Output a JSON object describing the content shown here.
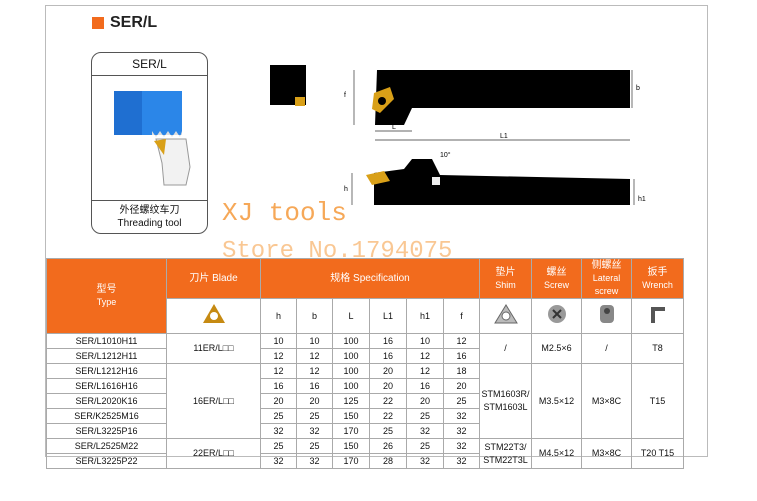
{
  "header": {
    "title": "SER/L"
  },
  "card": {
    "title": "SER/L",
    "caption_cn": "外径螺纹车刀",
    "caption_en": "Threading tool"
  },
  "drawing": {
    "f": "f",
    "b": "b",
    "L": "L",
    "L1": "L1",
    "h": "h",
    "h1": "h1",
    "angle": "10°"
  },
  "watermark": {
    "line1": "XJ  tools",
    "line2": "Store No.1794075"
  },
  "table": {
    "col_type": "型号",
    "col_type_en": "Type",
    "col_blade": "刀片 Blade",
    "col_spec": "规格 Specification",
    "col_shim": "垫片",
    "col_shim_en": "Shim",
    "col_screw": "螺丝",
    "col_screw_en": "Screw",
    "col_lat": "侧螺丝",
    "col_lat_en": "Lateral screw",
    "col_wrench": "扳手",
    "col_wrench_en": "Wrench",
    "dims": [
      "h",
      "b",
      "L",
      "L1",
      "h1",
      "f"
    ],
    "groups": [
      {
        "blade": "11ER/L□□",
        "shim": "/",
        "screw": "M2.5×6",
        "lateral": "/",
        "wrench": "T8",
        "rows": [
          {
            "type": "SER/L1010H11",
            "v": [
              "10",
              "10",
              "100",
              "16",
              "10",
              "12"
            ]
          },
          {
            "type": "SER/L1212H11",
            "v": [
              "12",
              "12",
              "100",
              "16",
              "12",
              "16"
            ]
          }
        ]
      },
      {
        "blade": "16ER/L□□",
        "shim": "STM1603R/ STM1603L",
        "screw": "M3.5×12",
        "lateral": "M3×8C",
        "wrench": "T15",
        "rows": [
          {
            "type": "SER/L1212H16",
            "v": [
              "12",
              "12",
              "100",
              "20",
              "12",
              "18"
            ]
          },
          {
            "type": "SER/L1616H16",
            "v": [
              "16",
              "16",
              "100",
              "20",
              "16",
              "20"
            ]
          },
          {
            "type": "SER/L2020K16",
            "v": [
              "20",
              "20",
              "125",
              "22",
              "20",
              "25"
            ]
          },
          {
            "type": "SER/K2525M16",
            "v": [
              "25",
              "25",
              "150",
              "22",
              "25",
              "32"
            ]
          },
          {
            "type": "SER/L3225P16",
            "v": [
              "32",
              "32",
              "170",
              "25",
              "32",
              "32"
            ]
          }
        ]
      },
      {
        "blade": "22ER/L□□",
        "shim": "STM22T3/ STM22T3L",
        "screw": "M4.5×12",
        "lateral": "M3×8C",
        "wrench": "T20 T15",
        "rows": [
          {
            "type": "SER/L2525M22",
            "v": [
              "25",
              "25",
              "150",
              "26",
              "25",
              "32"
            ]
          },
          {
            "type": "SER/L3225P22",
            "v": [
              "32",
              "32",
              "170",
              "28",
              "32",
              "32"
            ]
          }
        ]
      }
    ]
  },
  "colors": {
    "accent": "#f26b1d",
    "tool_body": "#000000",
    "insert": "#d9a018",
    "blue": "#1f6fd1"
  }
}
